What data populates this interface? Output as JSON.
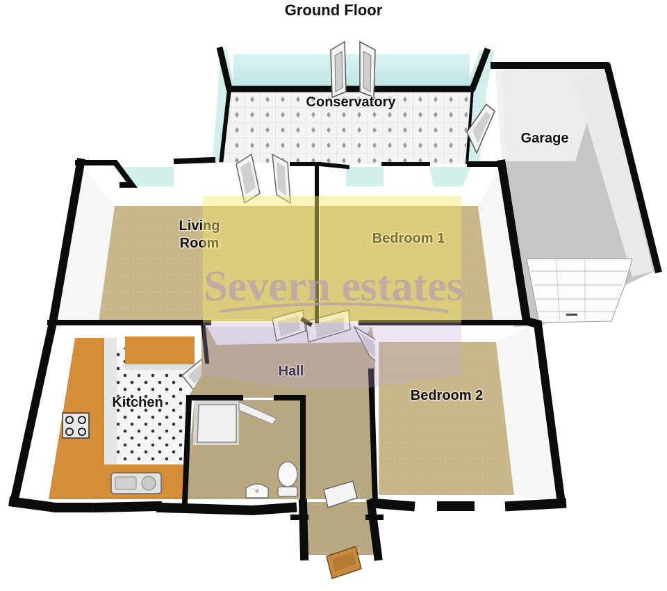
{
  "title": "Ground Floor",
  "rooms": {
    "conservatory": "Conservatory",
    "garage": "Garage",
    "living_room_line1": "Living",
    "living_room_line2": "Room",
    "bedroom1": "Bedroom 1",
    "bedroom2": "Bedroom 2",
    "kitchen": "Kitchen",
    "hall": "Hall"
  },
  "watermark": "Severn estates",
  "colors": {
    "wall": "#0b0b0b",
    "carpet": "#c9b88a",
    "carpet_hall": "#b8a983",
    "worktop": "#d9923a",
    "glass": "#cdeeea",
    "tile": "#f2f2f2",
    "garage_floor": "#c7c7c7",
    "watermark_yellow": "#f3e66a",
    "watermark_purple": "#b9a6d6"
  }
}
